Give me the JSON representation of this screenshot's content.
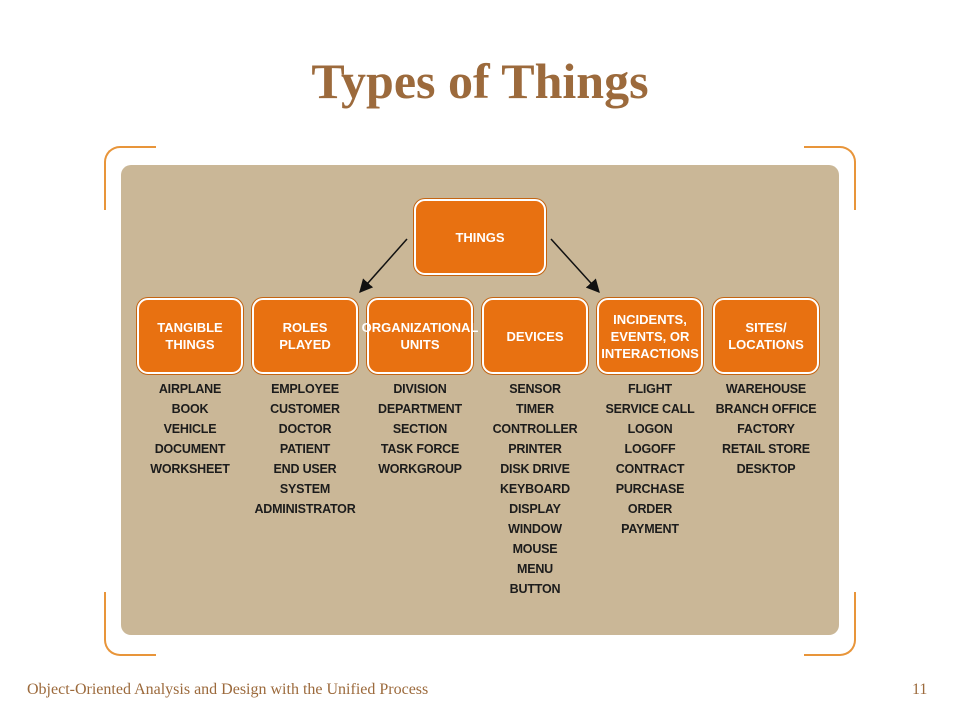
{
  "title": "Types of Things",
  "root_label": "THINGS",
  "categories": [
    {
      "label": "TANGIBLE\nTHINGS",
      "items": [
        "AIRPLANE",
        "BOOK",
        "VEHICLE",
        "DOCUMENT",
        "WORKSHEET"
      ]
    },
    {
      "label": "ROLES\nPLAYED",
      "items": [
        "EMPLOYEE",
        "CUSTOMER",
        "DOCTOR",
        "PATIENT",
        "END USER",
        "SYSTEM",
        "ADMINISTRATOR"
      ]
    },
    {
      "label": "ORGANIZATIONAL\nUNITS",
      "items": [
        "DIVISION",
        "DEPARTMENT",
        "SECTION",
        "TASK FORCE",
        "WORKGROUP"
      ]
    },
    {
      "label": "DEVICES",
      "items": [
        "SENSOR",
        "TIMER",
        "CONTROLLER",
        "PRINTER",
        "DISK DRIVE",
        "KEYBOARD",
        "DISPLAY",
        "WINDOW",
        "MOUSE",
        "MENU",
        "BUTTON"
      ]
    },
    {
      "label": "INCIDENTS,\nEVENTS, OR\nINTERACTIONS",
      "items": [
        "FLIGHT",
        "SERVICE CALL",
        "LOGON",
        "LOGOFF",
        "CONTRACT",
        "PURCHASE",
        "ORDER",
        "PAYMENT"
      ]
    },
    {
      "label": "SITES/\nLOCATIONS",
      "items": [
        "WAREHOUSE",
        "BRANCH OFFICE",
        "FACTORY",
        "RETAIL STORE",
        "DESKTOP"
      ]
    }
  ],
  "footer": {
    "course": "Object-Oriented Analysis and Design with the Unified Process",
    "page_number": "11"
  },
  "colors": {
    "title": "#9c6a3c",
    "panel": "#cab797",
    "box_fill": "#e87111",
    "bracket": "#e8953a"
  }
}
